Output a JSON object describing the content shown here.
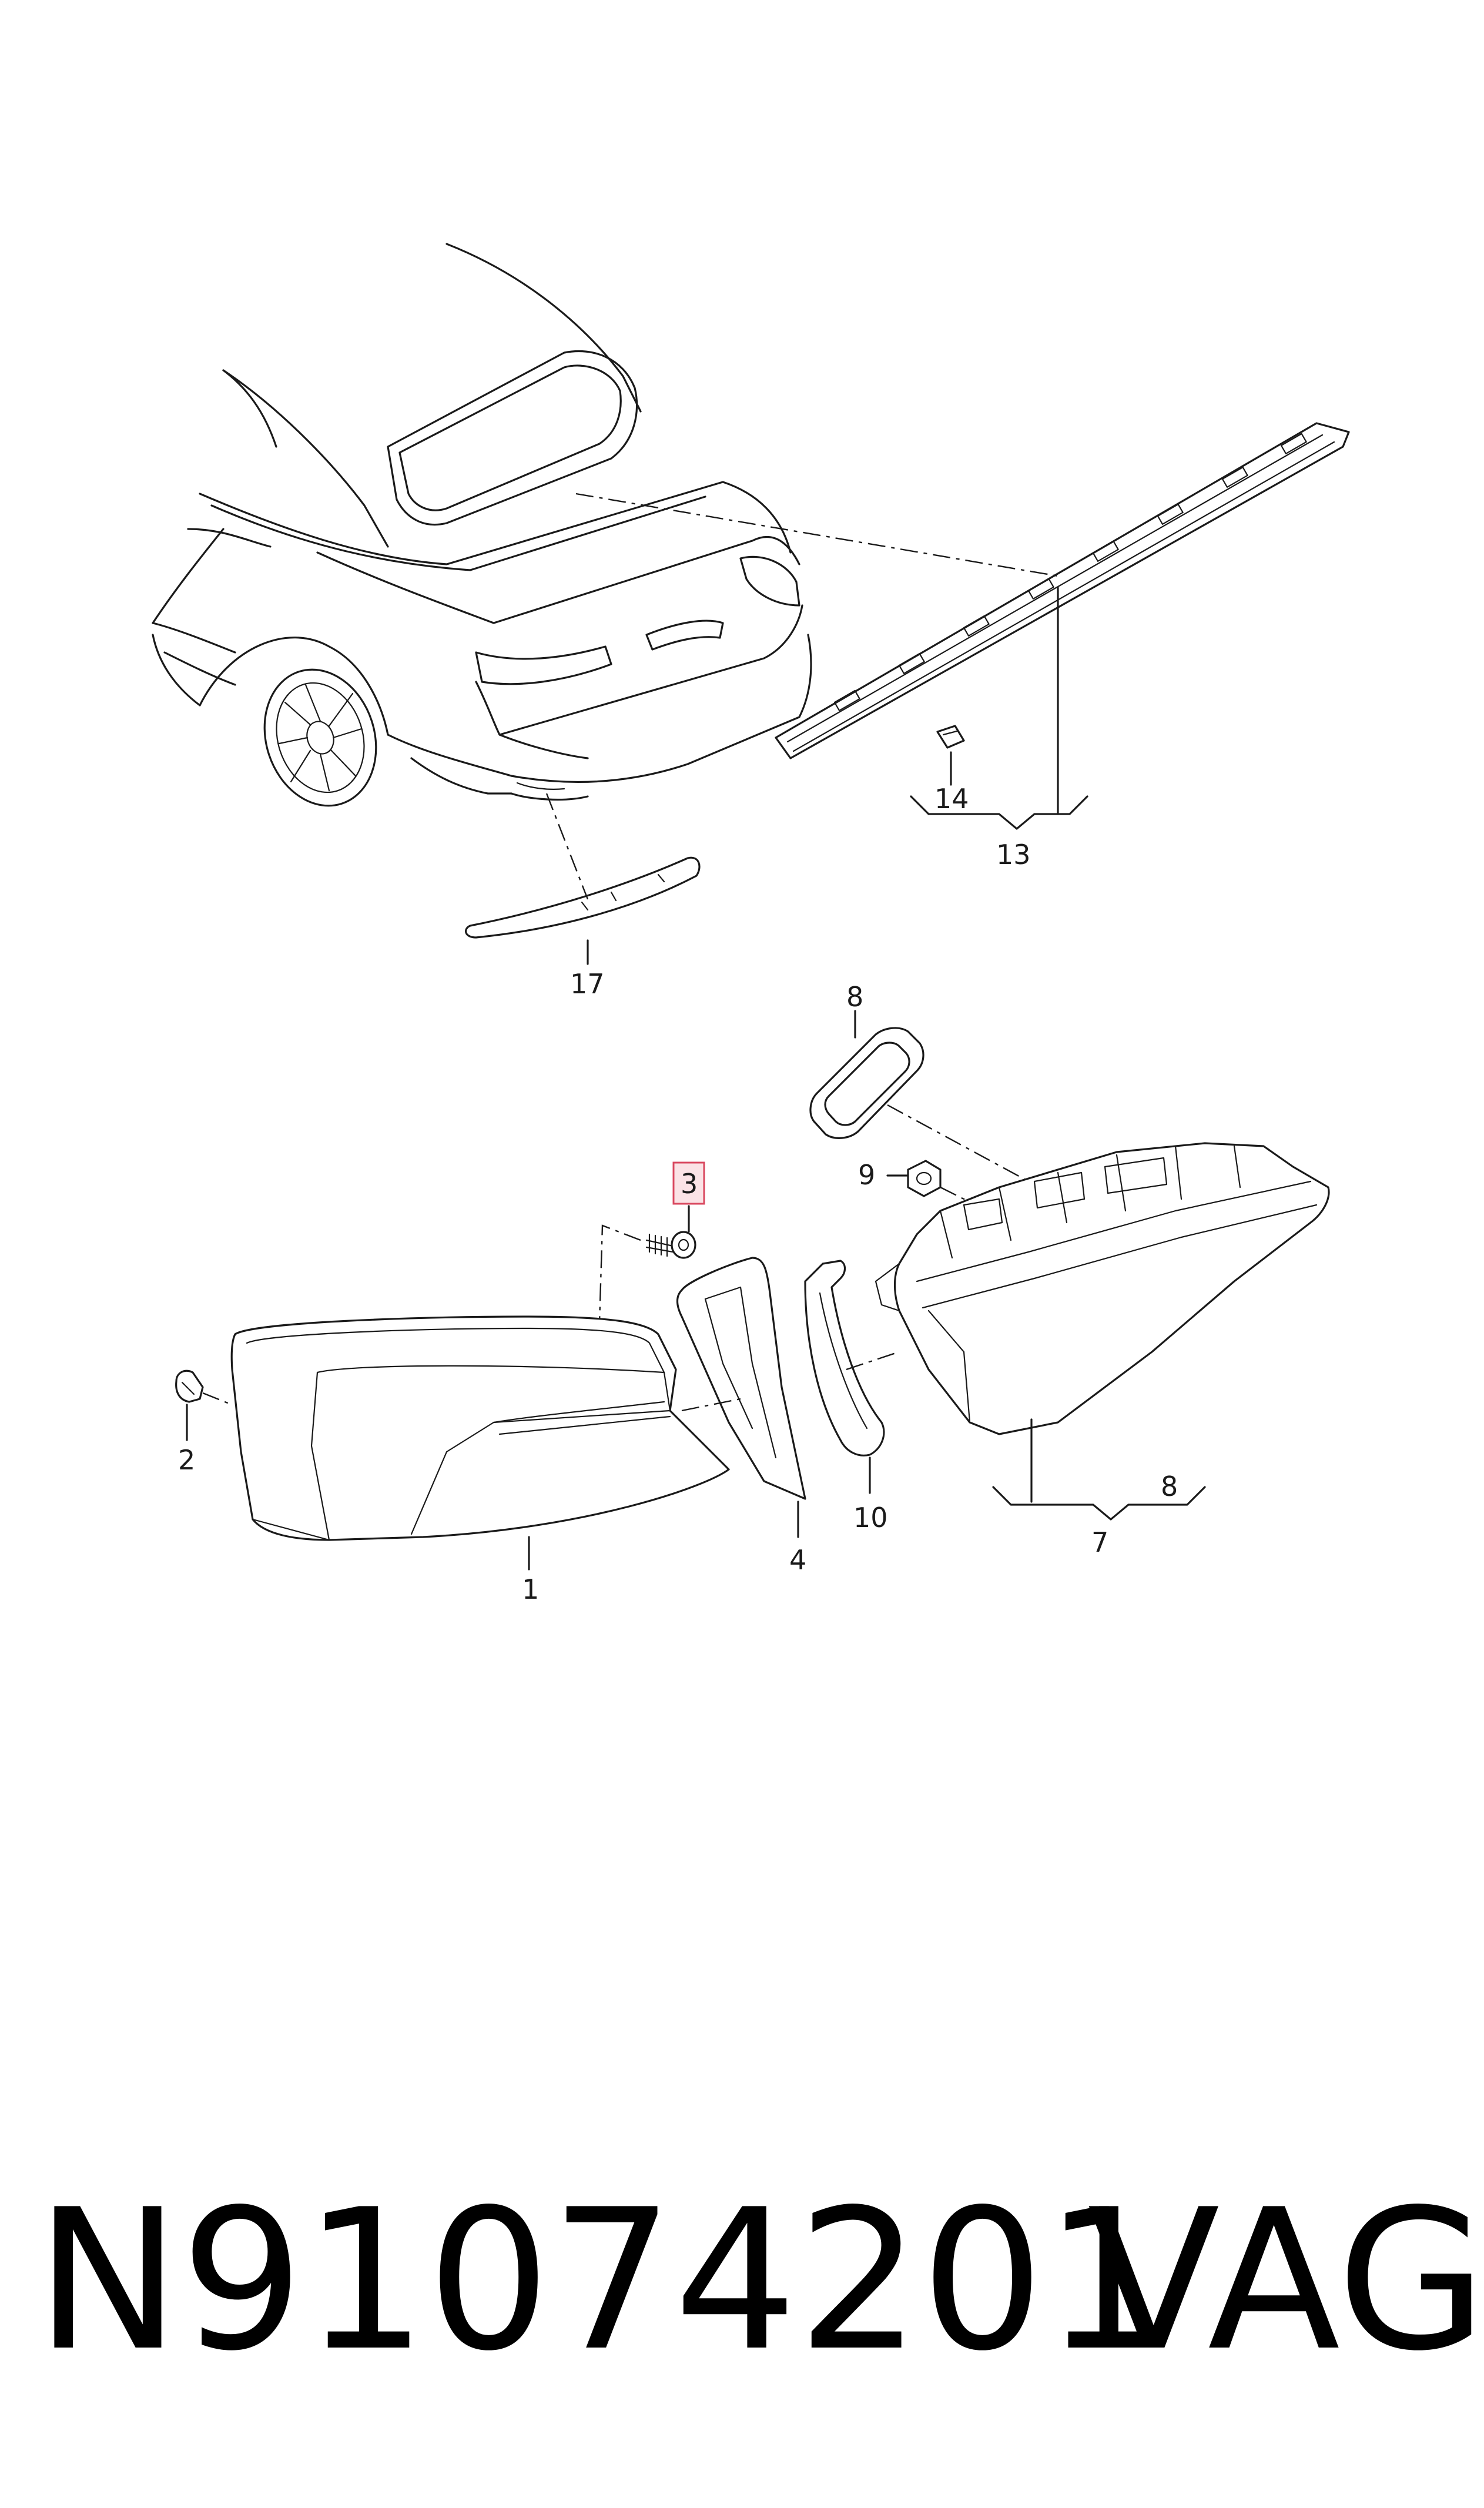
{
  "callouts": [
    {
      "id": "1",
      "label": "1"
    },
    {
      "id": "2",
      "label": "2"
    },
    {
      "id": "3",
      "label": "3",
      "highlighted": true
    },
    {
      "id": "4",
      "label": "4"
    },
    {
      "id": "7",
      "label": "7"
    },
    {
      "id": "8a",
      "label": "8"
    },
    {
      "id": "8b",
      "label": "8"
    },
    {
      "id": "9",
      "label": "9"
    },
    {
      "id": "10",
      "label": "10"
    },
    {
      "id": "13",
      "label": "13"
    },
    {
      "id": "14",
      "label": "14"
    },
    {
      "id": "17",
      "label": "17"
    }
  ],
  "footer": {
    "part_number": "N91074201",
    "brand": "VAG"
  },
  "colors": {
    "line": "#1a1a1a",
    "highlight_border": "#d9485f",
    "highlight_fill": "#fbe3e6"
  }
}
